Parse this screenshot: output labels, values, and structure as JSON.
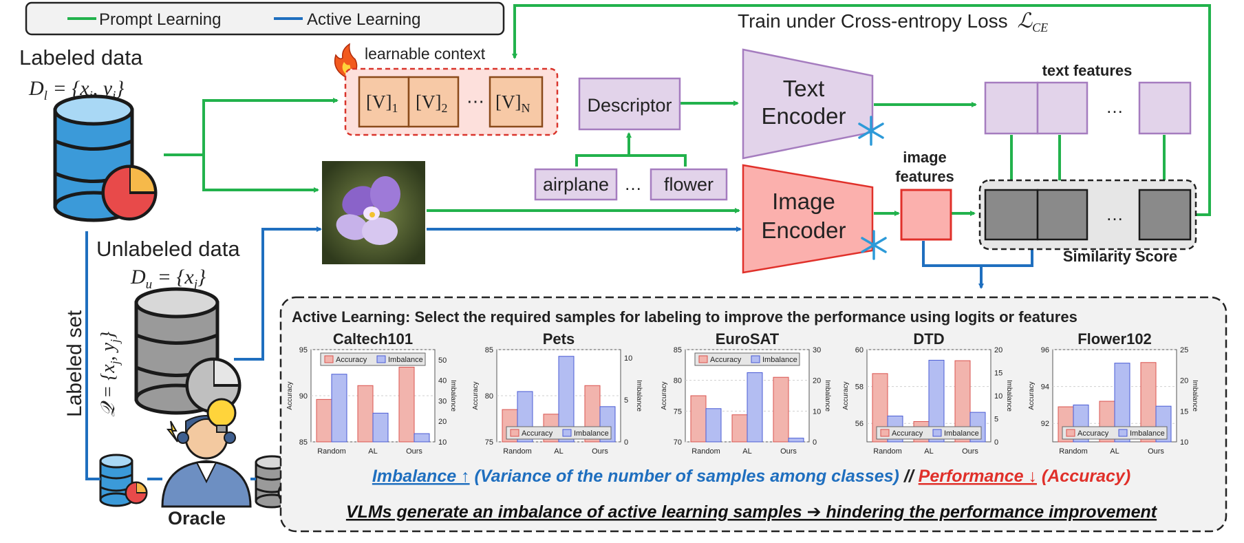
{
  "legend": {
    "prompt_learning": "Prompt Learning",
    "active_learning": "Active Learning",
    "prompt_color": "#22b24c",
    "active_color": "#1f6fbf"
  },
  "top_caption": "Train under Cross-entropy Loss",
  "top_caption_math": "ℒ",
  "top_caption_sub": "CE",
  "labeled_data": {
    "title": "Labeled data",
    "formula": "D",
    "formula_sub": "l",
    "formula_rest": " = {x",
    "formula_sub2": "i",
    "formula_rest2": ", y",
    "formula_sub3": "i",
    "formula_end": "}"
  },
  "unlabeled_data": {
    "title": "Unlabeled data",
    "formula": "D",
    "formula_sub": "u",
    "formula_rest": " = {x",
    "formula_sub2": "j",
    "formula_end": "}"
  },
  "labeled_set": {
    "title": "Labeled set",
    "formula": "𝒬 = {x",
    "formula_sub": "j",
    "formula_rest": ", y",
    "formula_sub2": "j",
    "formula_end": "}"
  },
  "oracle": "Oracle",
  "learnable_context": {
    "label": "learnable context",
    "tokens": [
      {
        "base": "[V]",
        "sub": "1"
      },
      {
        "base": "[V]",
        "sub": "2"
      },
      {
        "base": "⋯",
        "sub": ""
      },
      {
        "base": "[V]",
        "sub": "N"
      }
    ]
  },
  "descriptor": "Descriptor",
  "classes": {
    "first": "airplane",
    "dots": "…",
    "last": "flower"
  },
  "text_encoder": {
    "line1": "Text",
    "line2": "Encoder"
  },
  "image_encoder": {
    "line1": "Image",
    "line2": "Encoder"
  },
  "text_features": "text features",
  "image_features": {
    "line1": "image",
    "line2": "features"
  },
  "feature_dots": "…",
  "similarity_score": "Similarity Score",
  "panel": {
    "heading": "Active Learning: Select the required samples for labeling to improve the performance using logits or features",
    "footnote_imbalance": "Imbalance ↑",
    "footnote_imbalance_desc": " (Variance of the number of samples among classes)",
    "footnote_sep": " // ",
    "footnote_performance": "Performance ↓",
    "footnote_performance_desc": " (Accuracy)",
    "conclusion": "VLMs generate an imbalance of active learning samples ➔ hindering the performance improvement"
  },
  "chart_legend": {
    "accuracy": "Accuracy",
    "imbalance": "Imbalance"
  },
  "chart_axes": {
    "left": "Accuracy",
    "right": "Imbalance"
  },
  "chart_colors": {
    "accuracy_fill": "#f2b4ad",
    "accuracy_stroke": "#d9534f",
    "imbalance_fill": "#b3bdf2",
    "imbalance_stroke": "#4a5bd4"
  },
  "chart_data": [
    {
      "type": "bar",
      "title": "Caltech101",
      "categories": [
        "Random",
        "AL",
        "Ours"
      ],
      "series": [
        {
          "name": "Accuracy",
          "axis": "left",
          "values": [
            89.6,
            91.1,
            93.1
          ]
        },
        {
          "name": "Imbalance",
          "axis": "right",
          "values": [
            43,
            24,
            14
          ]
        }
      ],
      "ylim_left": [
        85,
        95
      ],
      "yticks_left": [
        85,
        90,
        95
      ],
      "ylim_right": [
        10,
        55
      ],
      "yticks_right": [
        10,
        20,
        30,
        40,
        50
      ],
      "legend_position": "top"
    },
    {
      "type": "bar",
      "title": "Pets",
      "categories": [
        "Random",
        "AL",
        "Ours"
      ],
      "series": [
        {
          "name": "Accuracy",
          "axis": "left",
          "values": [
            78.5,
            78.0,
            81.1
          ]
        },
        {
          "name": "Imbalance",
          "axis": "right",
          "values": [
            6.0,
            10.2,
            4.2
          ]
        }
      ],
      "ylim_left": [
        75,
        85
      ],
      "yticks_left": [
        75,
        80,
        85
      ],
      "ylim_right": [
        0,
        11
      ],
      "yticks_right": [
        0,
        5,
        10
      ],
      "legend_position": "bottom"
    },
    {
      "type": "bar",
      "title": "EuroSAT",
      "categories": [
        "Random",
        "AL",
        "Ours"
      ],
      "series": [
        {
          "name": "Accuracy",
          "axis": "left",
          "values": [
            77.5,
            74.4,
            80.5
          ]
        },
        {
          "name": "Imbalance",
          "axis": "right",
          "values": [
            10.8,
            22.5,
            1.2
          ]
        }
      ],
      "ylim_left": [
        70,
        85
      ],
      "yticks_left": [
        70,
        75,
        80,
        85
      ],
      "ylim_right": [
        0,
        30
      ],
      "yticks_right": [
        0,
        10,
        20,
        30
      ],
      "legend_position": "top"
    },
    {
      "type": "bar",
      "title": "DTD",
      "categories": [
        "Random",
        "AL",
        "Ours"
      ],
      "series": [
        {
          "name": "Accuracy",
          "axis": "left",
          "values": [
            58.7,
            56.1,
            59.4
          ]
        },
        {
          "name": "Imbalance",
          "axis": "right",
          "values": [
            5.6,
            17.7,
            6.4
          ]
        }
      ],
      "ylim_left": [
        55,
        60
      ],
      "yticks_left": [
        56,
        58,
        60
      ],
      "ylim_right": [
        0,
        20
      ],
      "yticks_right": [
        0,
        5,
        10,
        15,
        20
      ],
      "legend_position": "bottom"
    },
    {
      "type": "bar",
      "title": "Flower102",
      "categories": [
        "Random",
        "AL",
        "Ours"
      ],
      "series": [
        {
          "name": "Accuracy",
          "axis": "left",
          "values": [
            92.9,
            93.2,
            95.3
          ]
        },
        {
          "name": "Imbalance",
          "axis": "right",
          "values": [
            16.0,
            22.8,
            15.8
          ]
        }
      ],
      "ylim_left": [
        91,
        96
      ],
      "yticks_left": [
        92,
        94,
        96
      ],
      "ylim_right": [
        10,
        25
      ],
      "yticks_right": [
        10,
        15,
        20,
        25
      ],
      "legend_position": "bottom"
    }
  ]
}
